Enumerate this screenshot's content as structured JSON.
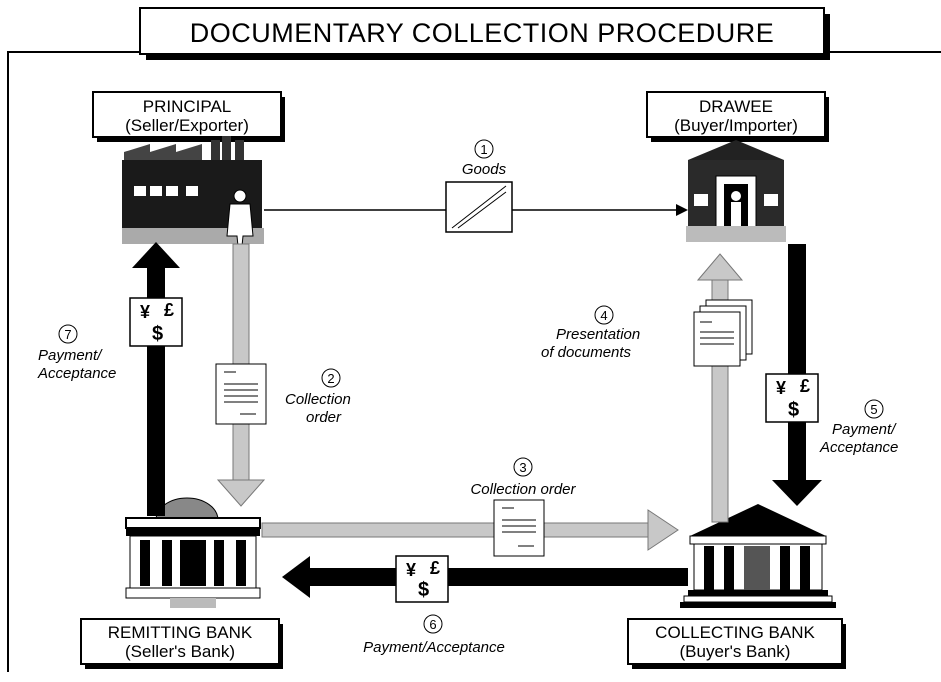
{
  "title": "DOCUMENTARY COLLECTION PROCEDURE",
  "parties": {
    "principal": {
      "name": "PRINCIPAL",
      "role": "(Seller/Exporter)"
    },
    "drawee": {
      "name": "DRAWEE",
      "role": "(Buyer/Importer)"
    },
    "remitting_bank": {
      "name": "REMITTING BANK",
      "role": "(Seller's Bank)"
    },
    "collecting_bank": {
      "name": "COLLECTING BANK",
      "role": "(Buyer's Bank)"
    }
  },
  "steps": [
    {
      "number": "1",
      "label_lines": [
        "Goods"
      ]
    },
    {
      "number": "2",
      "label_lines": [
        "Collection",
        "order"
      ]
    },
    {
      "number": "3",
      "label_lines": [
        "Collection order"
      ]
    },
    {
      "number": "4",
      "label_lines": [
        "Presentation",
        "of documents"
      ]
    },
    {
      "number": "5",
      "label_lines": [
        "Payment/",
        "Acceptance"
      ]
    },
    {
      "number": "6",
      "label_lines": [
        "Payment/Acceptance"
      ]
    },
    {
      "number": "7",
      "label_lines": [
        "Payment/",
        "Acceptance"
      ]
    }
  ],
  "currency_symbols": {
    "yen": "¥",
    "dollar": "$",
    "pound": "£"
  },
  "colors": {
    "flow_dark": "#000000",
    "flow_light": "#c8c8c8",
    "building": "#1a1a1a",
    "window": "#ffffff"
  }
}
